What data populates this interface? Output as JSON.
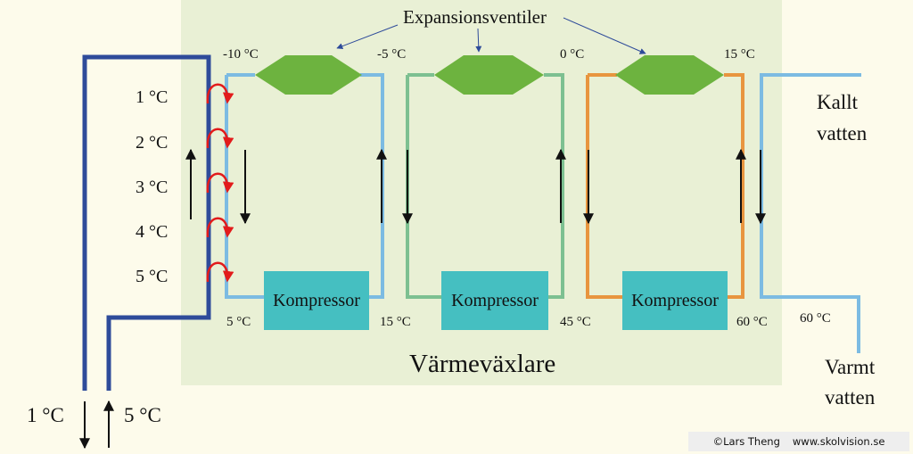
{
  "title": "Expansionsventiler",
  "exchanger_label": "Värmeväxlare",
  "compressor_label": "Kompressor",
  "top_temps": [
    "-10 °C",
    "-5 °C",
    "0 °C",
    "15 °C"
  ],
  "bottom_temps": [
    "5 °C",
    "15 °C",
    "45 °C",
    "60 °C"
  ],
  "outlet_temp": "60 °C",
  "ground_temps": [
    "1 °C",
    "2 °C",
    "3 °C",
    "4 °C",
    "5 °C"
  ],
  "inflow_temp": "1 °C",
  "return_temp": "5 °C",
  "cold_water": [
    "Kallt",
    "vatten"
  ],
  "warm_water": [
    "Varmt",
    "vatten"
  ],
  "credit": {
    "author": "©Lars Theng",
    "site": "www.skolvision.se"
  },
  "colors": {
    "panel": "#e9f0d5",
    "ground_pipe": "#2e4b9a",
    "loop1": "#7cbbe2",
    "loop2": "#7dc091",
    "loop3": "#e8953f",
    "water": "#7cbbe2",
    "valve": "#6db33f",
    "compressor": "#45bfc1",
    "heat_arrow": "#e21b1b"
  }
}
